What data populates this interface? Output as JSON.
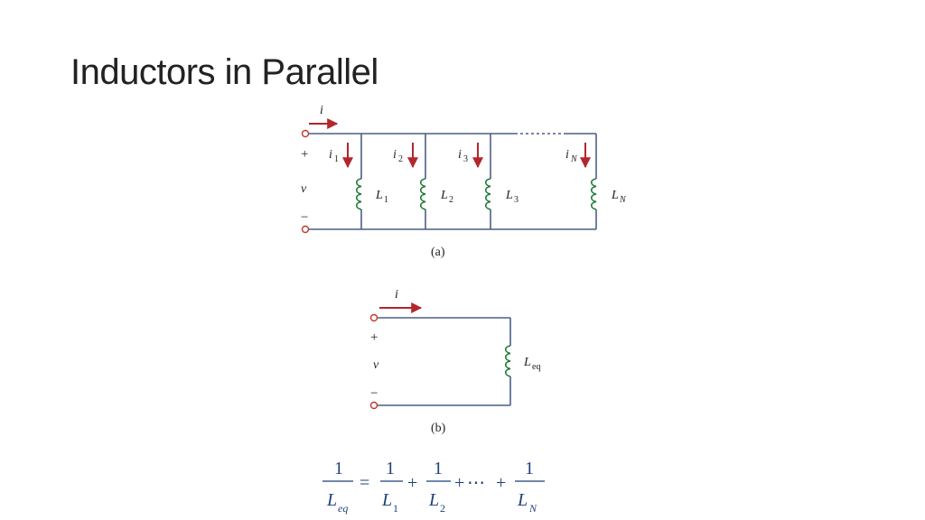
{
  "slide": {
    "title": "Inductors in Parallel"
  },
  "circuit_a": {
    "caption": "(a)",
    "source_current": "i",
    "plus": "+",
    "minus": "−",
    "voltage": "v",
    "branches": [
      {
        "current": "i",
        "current_sub": "1",
        "inductor": "L",
        "inductor_sub": "1"
      },
      {
        "current": "i",
        "current_sub": "2",
        "inductor": "L",
        "inductor_sub": "2"
      },
      {
        "current": "i",
        "current_sub": "3",
        "inductor": "L",
        "inductor_sub": "3"
      },
      {
        "current": "i",
        "current_sub": "N",
        "inductor": "L",
        "inductor_sub": "N"
      }
    ]
  },
  "circuit_b": {
    "caption": "(b)",
    "source_current": "i",
    "plus": "+",
    "minus": "−",
    "voltage": "v",
    "inductor": "L",
    "inductor_sub": "eq"
  },
  "equation": {
    "lhs_num": "1",
    "lhs_den": "L",
    "lhs_den_sub": "eq",
    "equals": "=",
    "terms": [
      {
        "num": "1",
        "den": "L",
        "den_sub": "1"
      },
      {
        "num": "1",
        "den": "L",
        "den_sub": "2"
      },
      {
        "num": "1",
        "den": "L",
        "den_sub": "N"
      }
    ],
    "plus": "+",
    "ellipsis": "⋯"
  },
  "colors": {
    "wire": "#4a5f88",
    "arrow": "#b3262b",
    "coil": "#1f7a3a",
    "terminal": "#c0392b",
    "equation": "#1f3f78"
  }
}
